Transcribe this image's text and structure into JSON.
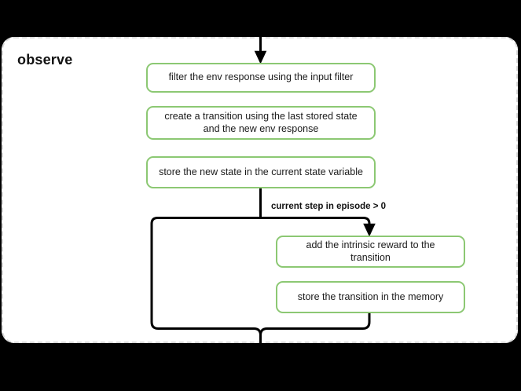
{
  "diagram": {
    "type": "flowchart",
    "background_color": "#000000",
    "group": {
      "title": "observe",
      "border_style": "dashed",
      "border_color": "#d9d9d9",
      "fill_color": "#ffffff"
    },
    "node_style": {
      "border_color": "#8cc873",
      "fill_color": "#ffffff",
      "text_color": "#1a1a1a"
    },
    "edge_style": {
      "color": "#000000"
    },
    "nodes": [
      {
        "id": "filter",
        "label": "filter the env response using the input filter"
      },
      {
        "id": "create",
        "label": "create a transition using the last stored state and the new env response"
      },
      {
        "id": "store_state",
        "label": "store the new state in the current state variable"
      },
      {
        "id": "intrinsic",
        "label": "add the intrinsic reward to the transition"
      },
      {
        "id": "store_memory",
        "label": "store the transition in the memory"
      }
    ],
    "edges": [
      {
        "id": "entry",
        "label": ""
      },
      {
        "id": "branch",
        "label": "current step in episode > 0"
      }
    ]
  }
}
